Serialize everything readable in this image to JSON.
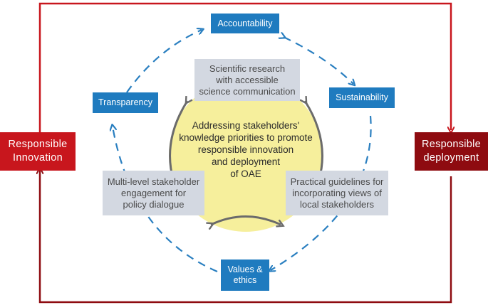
{
  "outer": {
    "left_label": "Responsible\nInnovation",
    "right_label": "Responsible\ndeployment"
  },
  "ring": {
    "top": "Accountability",
    "right": "Sustainability",
    "bottom": "Values &\nethics",
    "left": "Transparency"
  },
  "inner": {
    "top": "Scientific research\nwith accessible\nscience communication",
    "left": "Multi-level stakeholder\nengagement for\npolicy dialogue",
    "right": "Practical guidelines for\nincorporating views of\nlocal stakeholders"
  },
  "center": "Addressing stakeholders'\nknowledge priorities  to promote\nresponsible innovation\nand deployment\nof OAE",
  "colors": {
    "outer_top_arrow": "#c8161d",
    "outer_bottom_arrow": "#8e0b10",
    "ring_dash": "#2a7fc0",
    "center_fill": "#f6ef9c",
    "inner_arrow": "#6b6b6b"
  }
}
